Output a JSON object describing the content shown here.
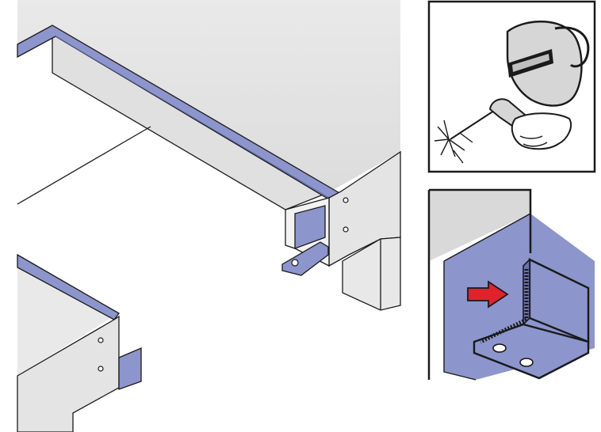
{
  "figure": {
    "panels": [
      {
        "name": "main-assembly-view",
        "description_visible": false
      },
      {
        "name": "welding-safety-inset"
      },
      {
        "name": "bracket-weld-detail-inset"
      }
    ],
    "colors": {
      "background": "#ffffff",
      "panel_gray": "#e6e6e6",
      "panel_gray_dark": "#d2d2d2",
      "steel_blue": "#8c95cc",
      "steel_blue_dark": "#6a73ad",
      "outline": "#1a1a1a",
      "arrow_red": "#e0232b"
    },
    "icons": [
      "welding-helmet-icon",
      "welding-torch-icon",
      "spark-icon",
      "red-arrow-icon",
      "l-bracket-icon"
    ]
  }
}
